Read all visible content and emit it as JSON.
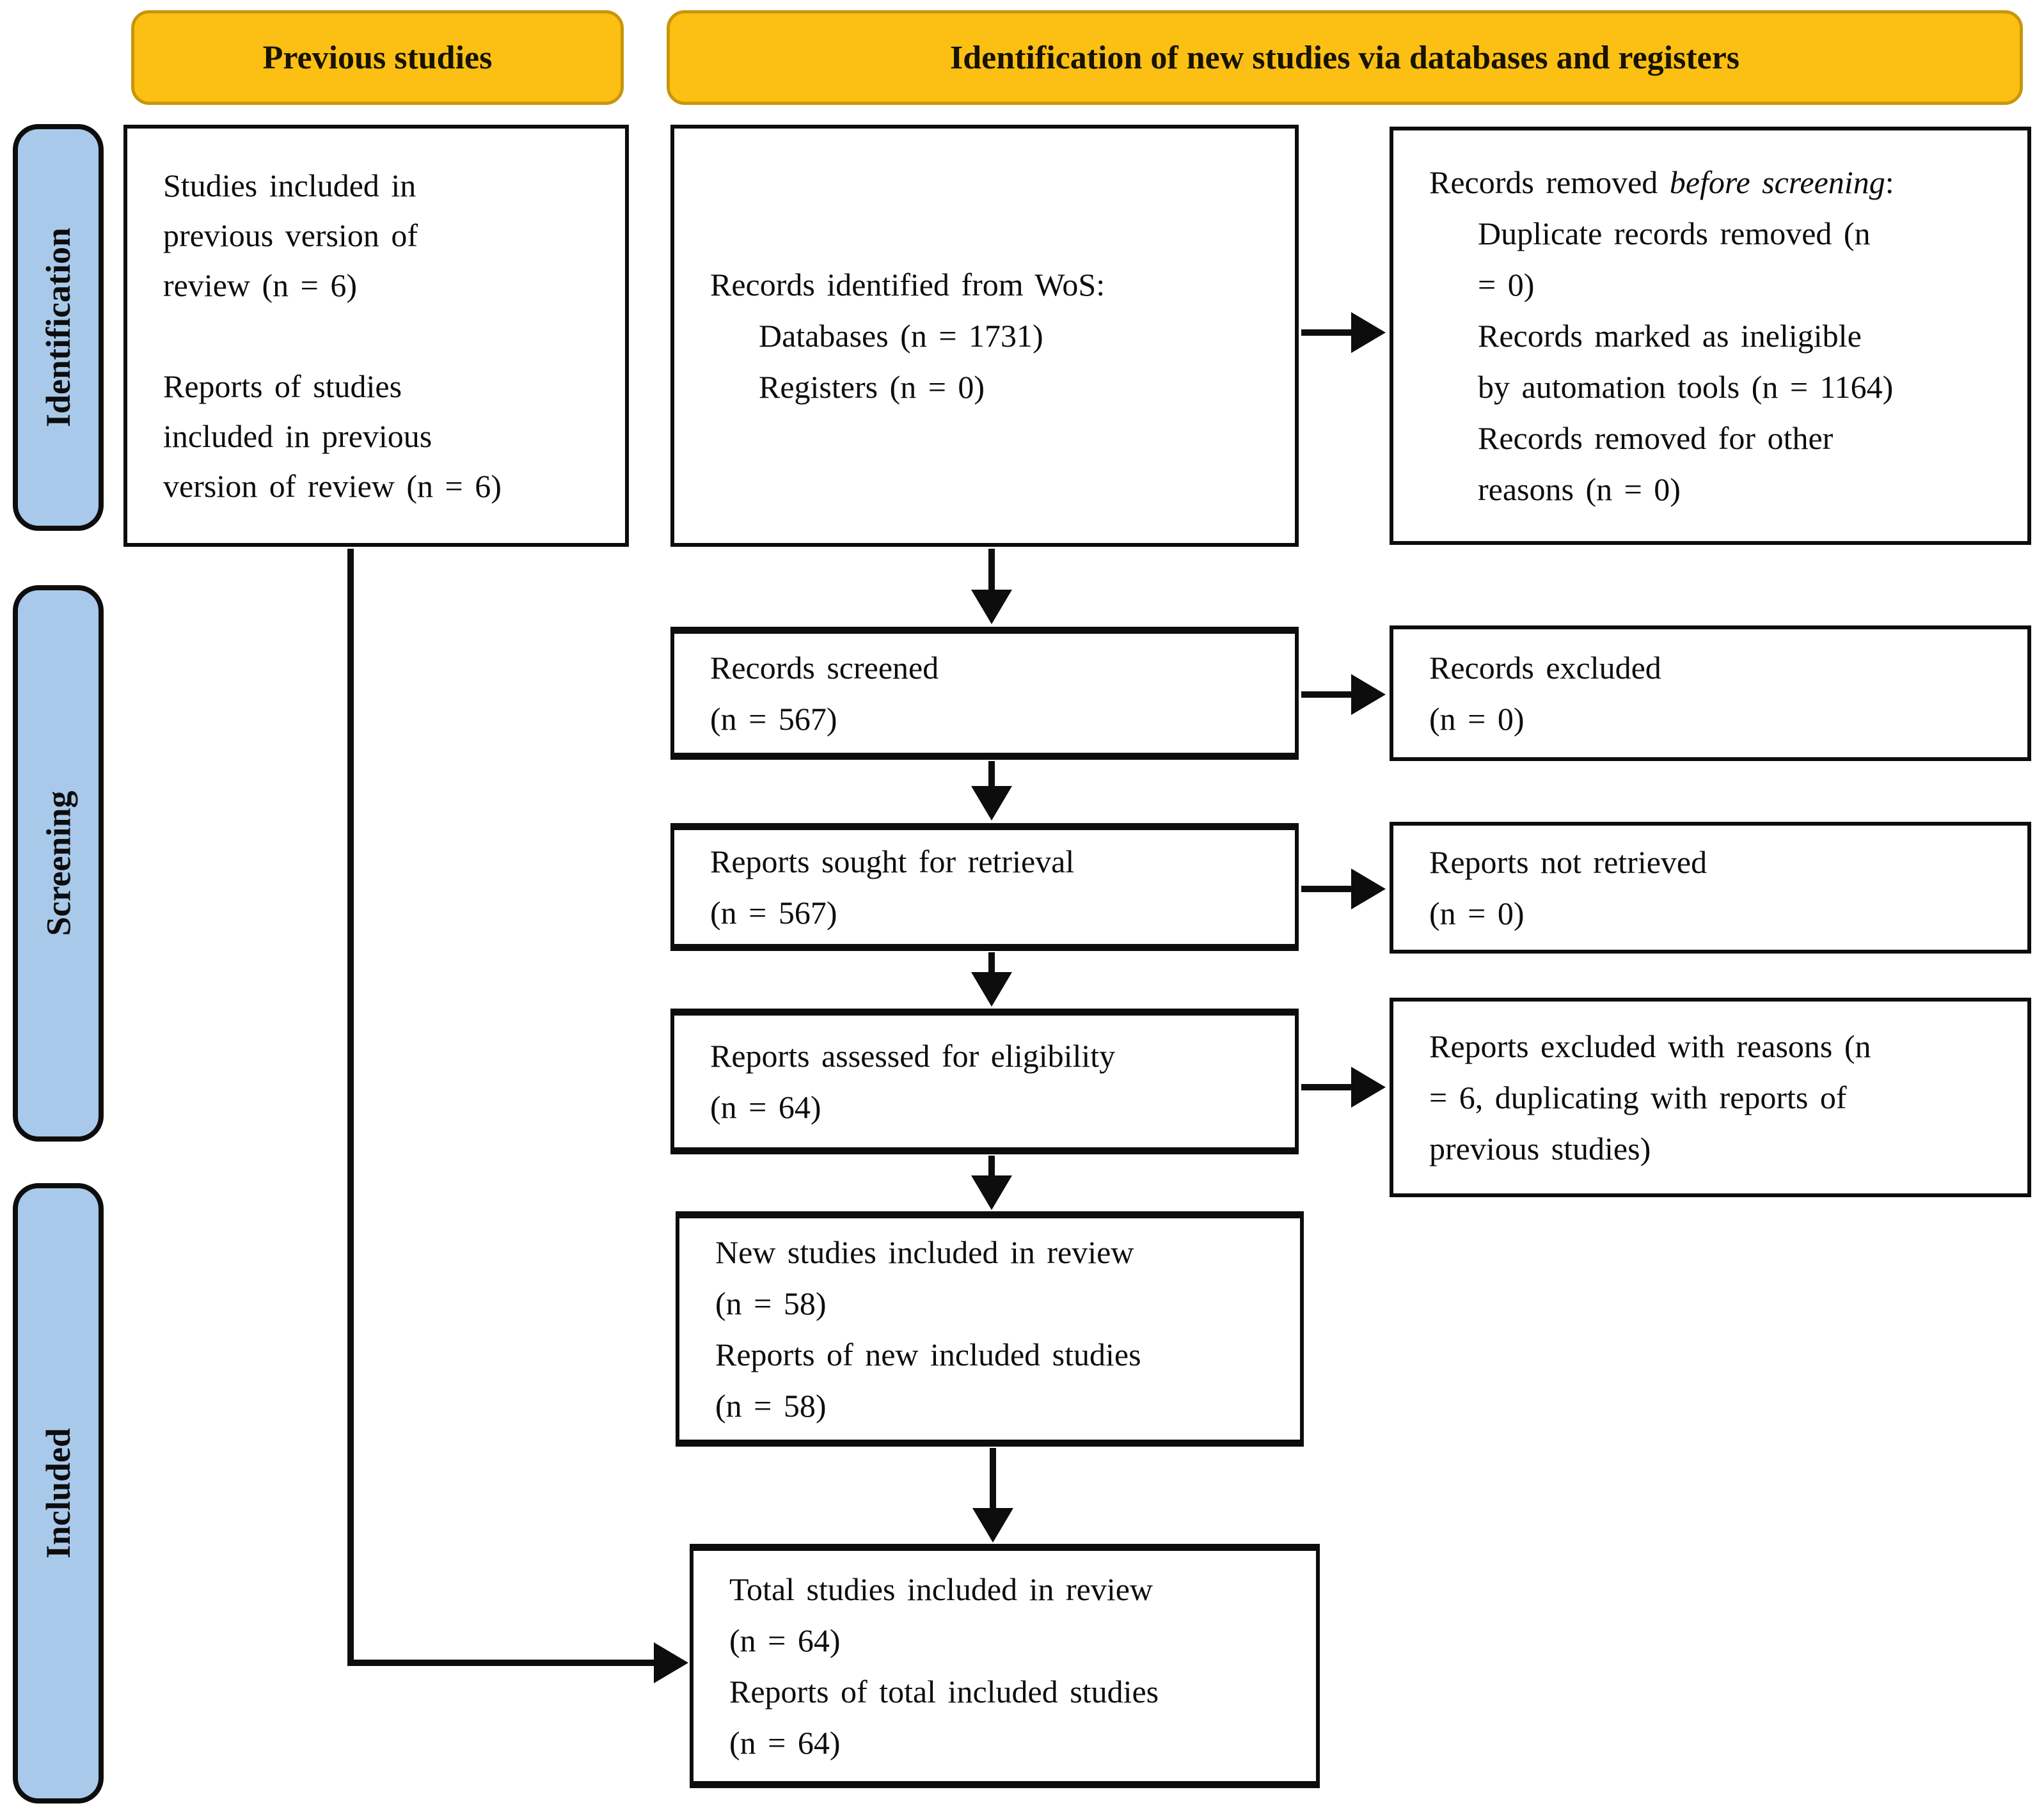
{
  "diagram": {
    "headers": {
      "previous": "Previous studies",
      "new_studies": "Identification of new studies via databases and registers"
    },
    "stages": {
      "identification": "Identification",
      "screening": "Screening",
      "included": "Included"
    },
    "boxes": {
      "previous_studies": {
        "para1_lines": [
          "Studies included in",
          "previous version of",
          "review (n = 6)"
        ],
        "para2_lines": [
          "Reports of studies",
          "included in previous",
          "version of review (n = 6)"
        ]
      },
      "records_identified": {
        "title": "Records identified from WoS:",
        "items": [
          "Databases (n = 1731)",
          "Registers (n = 0)"
        ]
      },
      "records_removed": {
        "title_prefix": "Records removed ",
        "title_italic": "before screening",
        "title_suffix": ":",
        "item1_lines": [
          "Duplicate records removed (n",
          "= 0)"
        ],
        "item2_lines": [
          "Records marked as ineligible",
          "by automation tools (n = 1164)"
        ],
        "item3_lines": [
          "Records removed for other",
          "reasons (n = 0)"
        ]
      },
      "records_screened": {
        "line1": "Records screened",
        "line2": "(n = 567)"
      },
      "records_excluded": {
        "line1": "Records excluded",
        "line2": "(n = 0)"
      },
      "reports_sought": {
        "line1": "Reports sought for retrieval",
        "line2": "(n = 567)"
      },
      "reports_not_retrieved": {
        "line1": "Reports not retrieved",
        "line2": "(n = 0)"
      },
      "reports_assessed": {
        "line1": "Reports assessed for eligibility",
        "line2": "(n = 64)"
      },
      "reports_excluded": {
        "lines": [
          "Reports excluded with reasons (n",
          "= 6, duplicating with reports of",
          "previous studies)"
        ]
      },
      "new_studies": {
        "lines": [
          "New studies included in review",
          "(n = 58)",
          "Reports of new included studies",
          "(n = 58)"
        ]
      },
      "total_studies": {
        "lines": [
          "Total studies included in review",
          "(n = 64)",
          "Reports of total included studies",
          "(n = 64)"
        ]
      }
    },
    "colors": {
      "header_fill": "#FCBF13",
      "header_border": "#C8960C",
      "stage_fill": "#A9C9EA",
      "box_border": "#0D0D0D",
      "arrow": "#0D0D0D"
    }
  }
}
